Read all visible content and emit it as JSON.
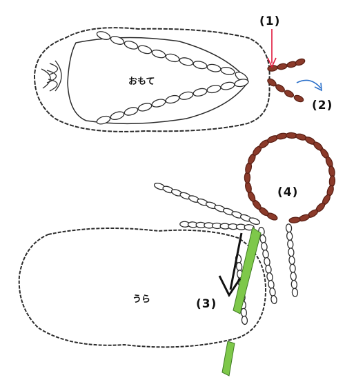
{
  "top_figure": {
    "label": "おもて"
  },
  "bottom_figure": {
    "label": "うら"
  },
  "steps": [
    "(1)",
    "(2)",
    "(3)",
    "(4)"
  ],
  "colors": {
    "outline": "#2b2b2b",
    "chain_fill": "#ffffff",
    "brown_chain": "#8b3a2a",
    "red_arrow": "#e0183c",
    "blue_arrow": "#2a6fc9",
    "black_arrow": "#111111",
    "hook_green": "#7ec84a"
  }
}
